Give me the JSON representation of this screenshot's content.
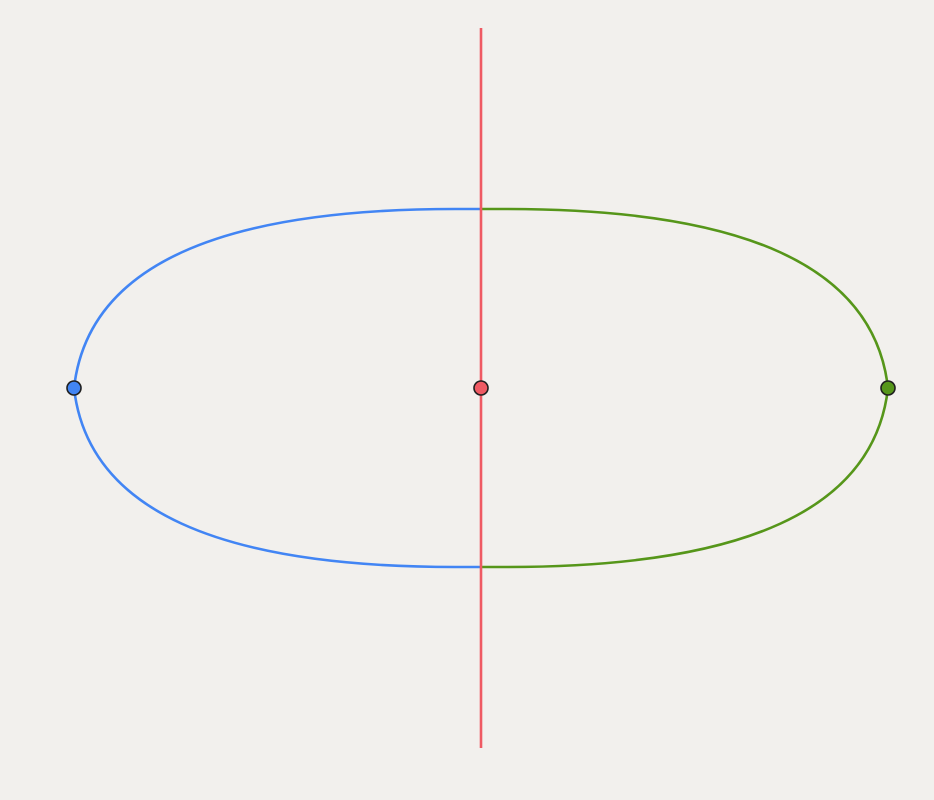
{
  "diagram": {
    "background": "#f2f0ed",
    "colors": {
      "left_curve": "#4285f4",
      "right_curve": "#56961a",
      "axis": "#ef5a63",
      "handle_outline": "#1f1f1f"
    },
    "handles": [
      {
        "id": "left",
        "color": "#4285f4"
      },
      {
        "id": "center",
        "color": "#ef5a63"
      },
      {
        "id": "right",
        "color": "#56961a"
      }
    ]
  }
}
